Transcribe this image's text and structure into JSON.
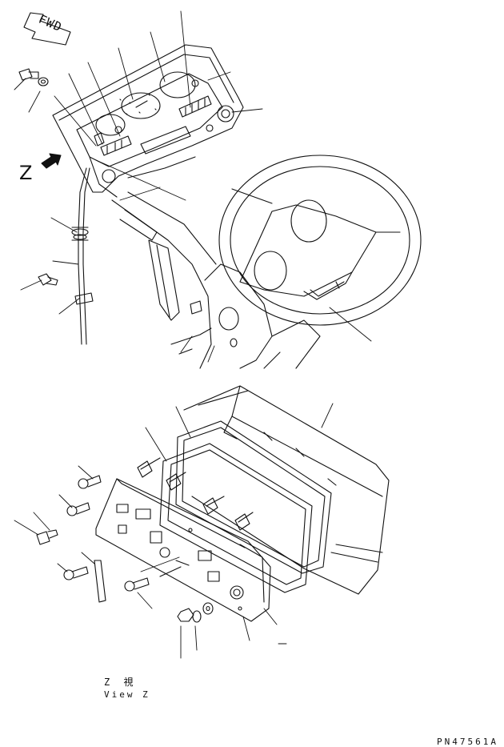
{
  "labels": {
    "fwd": "FWD",
    "view_marker": "Z",
    "caption_jp": "Z 視",
    "caption_en": "View Z",
    "part_number": "PN47561A"
  },
  "colors": {
    "line": "#111111",
    "background": "#ffffff"
  }
}
